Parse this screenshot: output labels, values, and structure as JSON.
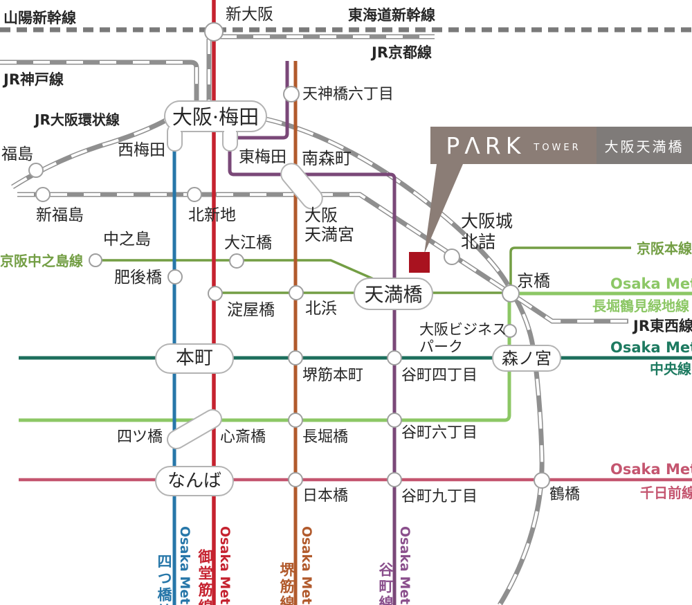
{
  "branding": {
    "logo_main": "PΛRK",
    "logo_sub": "TOWER",
    "property_name": "大阪天満橋"
  },
  "colors": {
    "midosuji_line": "#c5222f",
    "yotsubashi_line": "#2777a9",
    "sakaisuji_line": "#b15a2c",
    "tanimachi_line": "#7a4878",
    "chuo_line": "#1d6f5c",
    "sennichimae_line": "#c4556f",
    "nagahori_tsurumi_ryokuchi_line": "#8cc765",
    "keihan_line": "#739e44",
    "jr_line": "#8f8f8f",
    "location_marker": "#a9121f",
    "banner_left": "#8b7d76",
    "banner_right": "#7f7b79"
  },
  "line_labels": [
    {
      "text": "山陽新幹線"
    },
    {
      "text": "東海道新幹線"
    },
    {
      "text": "JR京都線"
    },
    {
      "text": "JR神戸線"
    },
    {
      "text": "JR大阪環状線"
    },
    {
      "text": "京阪中之島線"
    },
    {
      "text": "京阪本線"
    },
    {
      "text": "Osaka Metro"
    },
    {
      "text": "長堀鶴見緑地線"
    },
    {
      "text": "JR東西線"
    },
    {
      "text": "Osaka Metro"
    },
    {
      "text": "中央線"
    },
    {
      "text": "Osaka Metro"
    },
    {
      "text": "千日前線"
    }
  ],
  "vertical_labels": [
    {
      "text": "Osaka Metro"
    },
    {
      "text": "四つ橋線"
    },
    {
      "text": "Osaka Metro"
    },
    {
      "text": "御堂筋線"
    },
    {
      "text": "Osaka Metro"
    },
    {
      "text": "堺筋線"
    },
    {
      "text": "Osaka Metro"
    },
    {
      "text": "谷町線"
    }
  ],
  "stations": [
    {
      "name": "新大阪"
    },
    {
      "name": "大阪·梅田"
    },
    {
      "name": "西梅田"
    },
    {
      "name": "東梅田"
    },
    {
      "name": "福島"
    },
    {
      "name": "新福島"
    },
    {
      "name": "北新地"
    },
    {
      "name": "天神橋六丁目"
    },
    {
      "name": "南森町"
    },
    {
      "name": "大阪\n天満宮"
    },
    {
      "name": "中之島"
    },
    {
      "name": "大江橋"
    },
    {
      "name": "肥後橋"
    },
    {
      "name": "淀屋橋"
    },
    {
      "name": "北浜"
    },
    {
      "name": "天満橋"
    },
    {
      "name": "大阪城\n北詰"
    },
    {
      "name": "京橋"
    },
    {
      "name": "大阪ビジネス\nパーク"
    },
    {
      "name": "本町"
    },
    {
      "name": "堺筋本町"
    },
    {
      "name": "谷町四丁目"
    },
    {
      "name": "森ノ宮"
    },
    {
      "name": "四ツ橋"
    },
    {
      "name": "心斎橋"
    },
    {
      "name": "長堀橋"
    },
    {
      "name": "谷町六丁目"
    },
    {
      "name": "なんば"
    },
    {
      "name": "日本橋"
    },
    {
      "name": "谷町九丁目"
    },
    {
      "name": "鶴橋"
    }
  ]
}
